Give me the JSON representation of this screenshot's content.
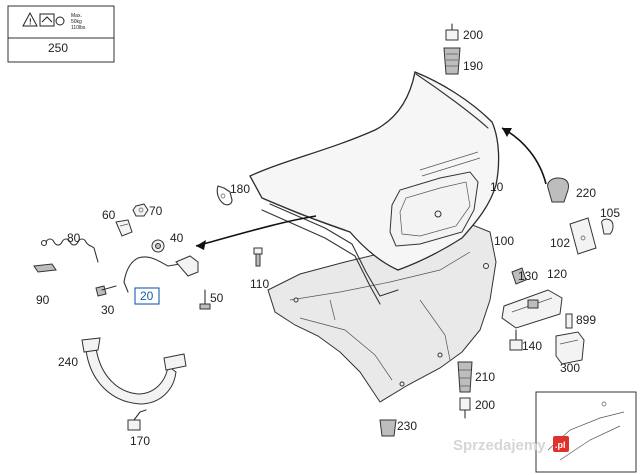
{
  "warning_label": {
    "part_number": "250",
    "max_text": "Max.",
    "load_kg": "50kg",
    "load_lbs": "110lbs"
  },
  "callouts": [
    {
      "id": "200a",
      "text": "200"
    },
    {
      "id": "190",
      "text": "190"
    },
    {
      "id": "180",
      "text": "180"
    },
    {
      "id": "10",
      "text": "10"
    },
    {
      "id": "220",
      "text": "220"
    },
    {
      "id": "60",
      "text": "60"
    },
    {
      "id": "70",
      "text": "70"
    },
    {
      "id": "105",
      "text": "105"
    },
    {
      "id": "80",
      "text": "80"
    },
    {
      "id": "40",
      "text": "40"
    },
    {
      "id": "100",
      "text": "100"
    },
    {
      "id": "102",
      "text": "102"
    },
    {
      "id": "110",
      "text": "110"
    },
    {
      "id": "130",
      "text": "130"
    },
    {
      "id": "120",
      "text": "120"
    },
    {
      "id": "90",
      "text": "90"
    },
    {
      "id": "30",
      "text": "30"
    },
    {
      "id": "50",
      "text": "50"
    },
    {
      "id": "20",
      "text": "20"
    },
    {
      "id": "899",
      "text": "899"
    },
    {
      "id": "140",
      "text": "140"
    },
    {
      "id": "300",
      "text": "300"
    },
    {
      "id": "240",
      "text": "240"
    },
    {
      "id": "210",
      "text": "210"
    },
    {
      "id": "200b",
      "text": "200"
    },
    {
      "id": "230",
      "text": "230"
    },
    {
      "id": "170",
      "text": "170"
    }
  ],
  "watermark": {
    "text": "Sprzedajemy",
    "badge": ".pl"
  },
  "colors": {
    "line": "#333333",
    "callout_box": "#1a5ea8",
    "watermark": "#d6d6d6",
    "badge": "#e0322d"
  }
}
